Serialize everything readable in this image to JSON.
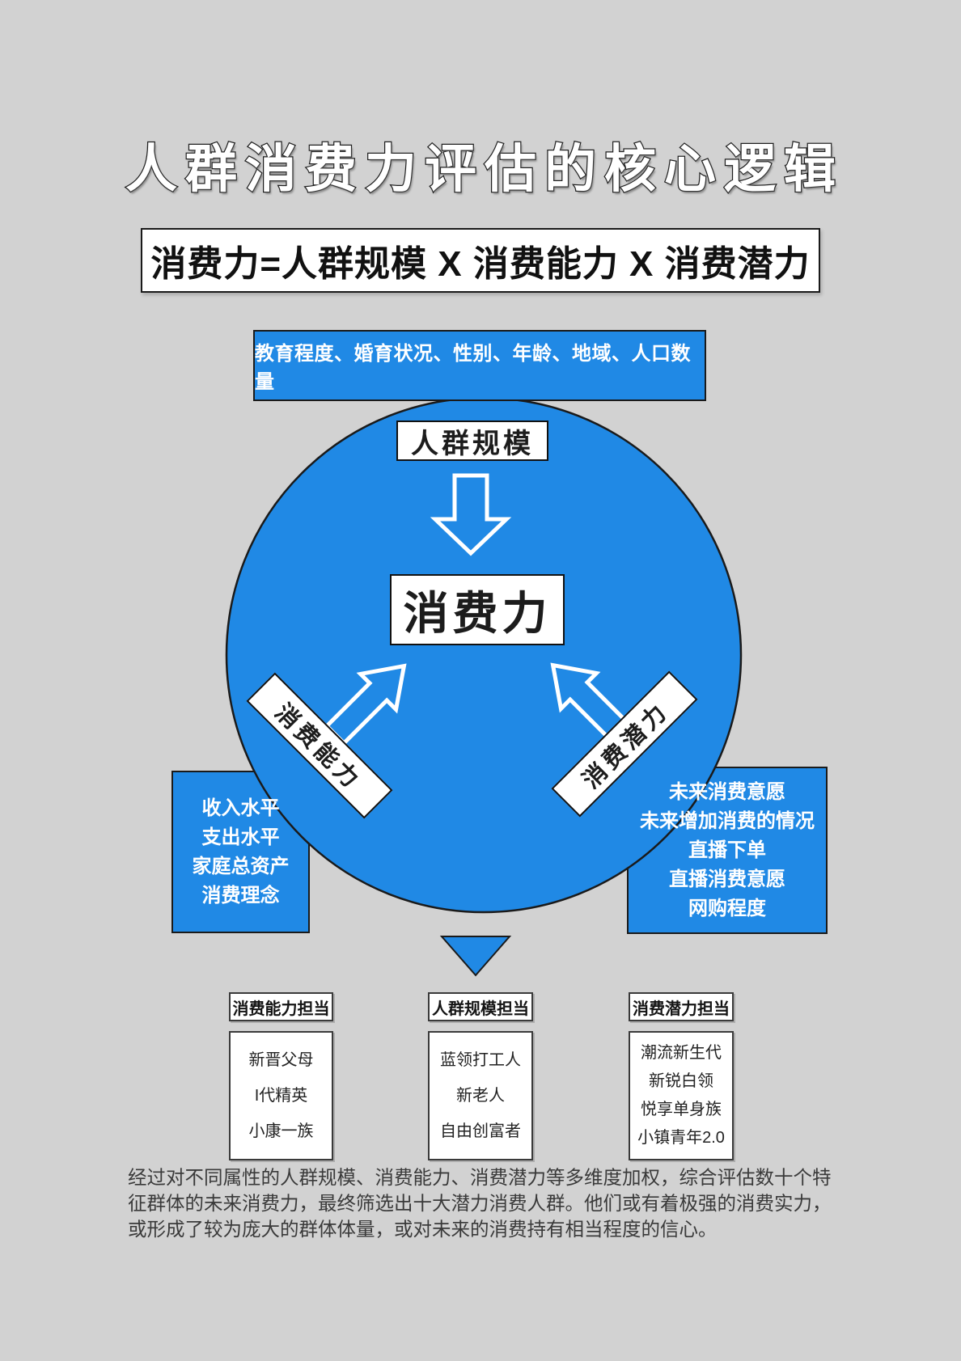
{
  "colors": {
    "background": "#d2d2d2",
    "blue": "#2089e5",
    "outline": "#1a1a1a",
    "white": "#ffffff"
  },
  "title": "人群消费力评估的核心逻辑",
  "formula": "消费力=人群规模 X 消费能力 X 消费潜力",
  "population_banner": "教育程度、婚育状况、性别、年龄、地域、人口数量",
  "circle": {
    "top_label": "人群规模",
    "center_label": "消费力",
    "left_label": "消费能力",
    "right_label": "消费潜力"
  },
  "ability_factors": [
    "收入水平",
    "支出水平",
    "家庭总资产",
    "消费理念"
  ],
  "potential_factors": [
    "未来消费意愿",
    "未来增加消费的情况",
    "直播下单",
    "直播消费意愿",
    "网购程度"
  ],
  "columns": [
    {
      "header": "消费能力担当",
      "items": [
        "新晋父母",
        "I代精英",
        "小康一族"
      ]
    },
    {
      "header": "人群规模担当",
      "items": [
        "蓝领打工人",
        "新老人",
        "自由创富者"
      ]
    },
    {
      "header": "消费潜力担当",
      "items": [
        "潮流新生代",
        "新锐白领",
        "悦享单身族",
        "小镇青年2.0"
      ]
    }
  ],
  "footer_lines": [
    "经过对不同属性的人群规模、消费能力、消费潜力等多维度加权，综合评估数十个特",
    "征群体的未来消费力，最终筛选出十大潜力消费人群。他们或有着极强的消费实力，",
    "或形成了较为庞大的群体体量，或对未来的消费持有相当程度的信心。"
  ]
}
